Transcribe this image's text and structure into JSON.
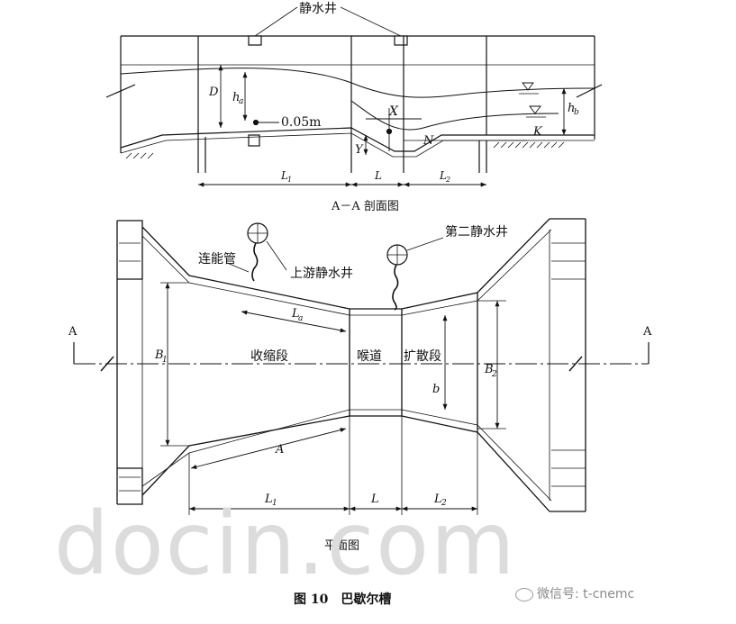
{
  "section_view": {
    "top_label_partial": "静水井",
    "dim_D": "D",
    "dim_ha": "h",
    "dim_ha_sub": "a",
    "dim_005": "0.05m",
    "label_X": "X",
    "label_Y": "Y",
    "label_N": "N",
    "label_K": "K",
    "dim_hb": "h",
    "dim_hb_sub": "b",
    "dim_L1": "L",
    "dim_L1_sub": "1",
    "dim_L": "L",
    "dim_L2": "L",
    "dim_L2_sub": "2",
    "title": "A－A 剖面图"
  },
  "plan_view": {
    "label_pipe": "连能管",
    "label_well1": "上游静水井",
    "label_well2": "第二静水井",
    "label_La": "L",
    "label_La_sub": "a",
    "label_B1": "B",
    "label_B1_sub": "1",
    "label_B2": "B",
    "label_B2_sub": "2",
    "label_b": "b",
    "label_A": "A",
    "zone_contraction": "收缩段",
    "zone_throat": "喉道",
    "zone_diverging": "扩散段",
    "section_mark_left": "A",
    "section_mark_right": "A",
    "dim_L1": "L",
    "dim_L1_sub": "1",
    "dim_L": "L",
    "dim_L2": "L",
    "dim_L2_sub": "2",
    "title": "平面图"
  },
  "figure_caption": "图 10　巴歇尔槽",
  "watermark": "docin.com",
  "wechat": "微信号: t-cnemc"
}
